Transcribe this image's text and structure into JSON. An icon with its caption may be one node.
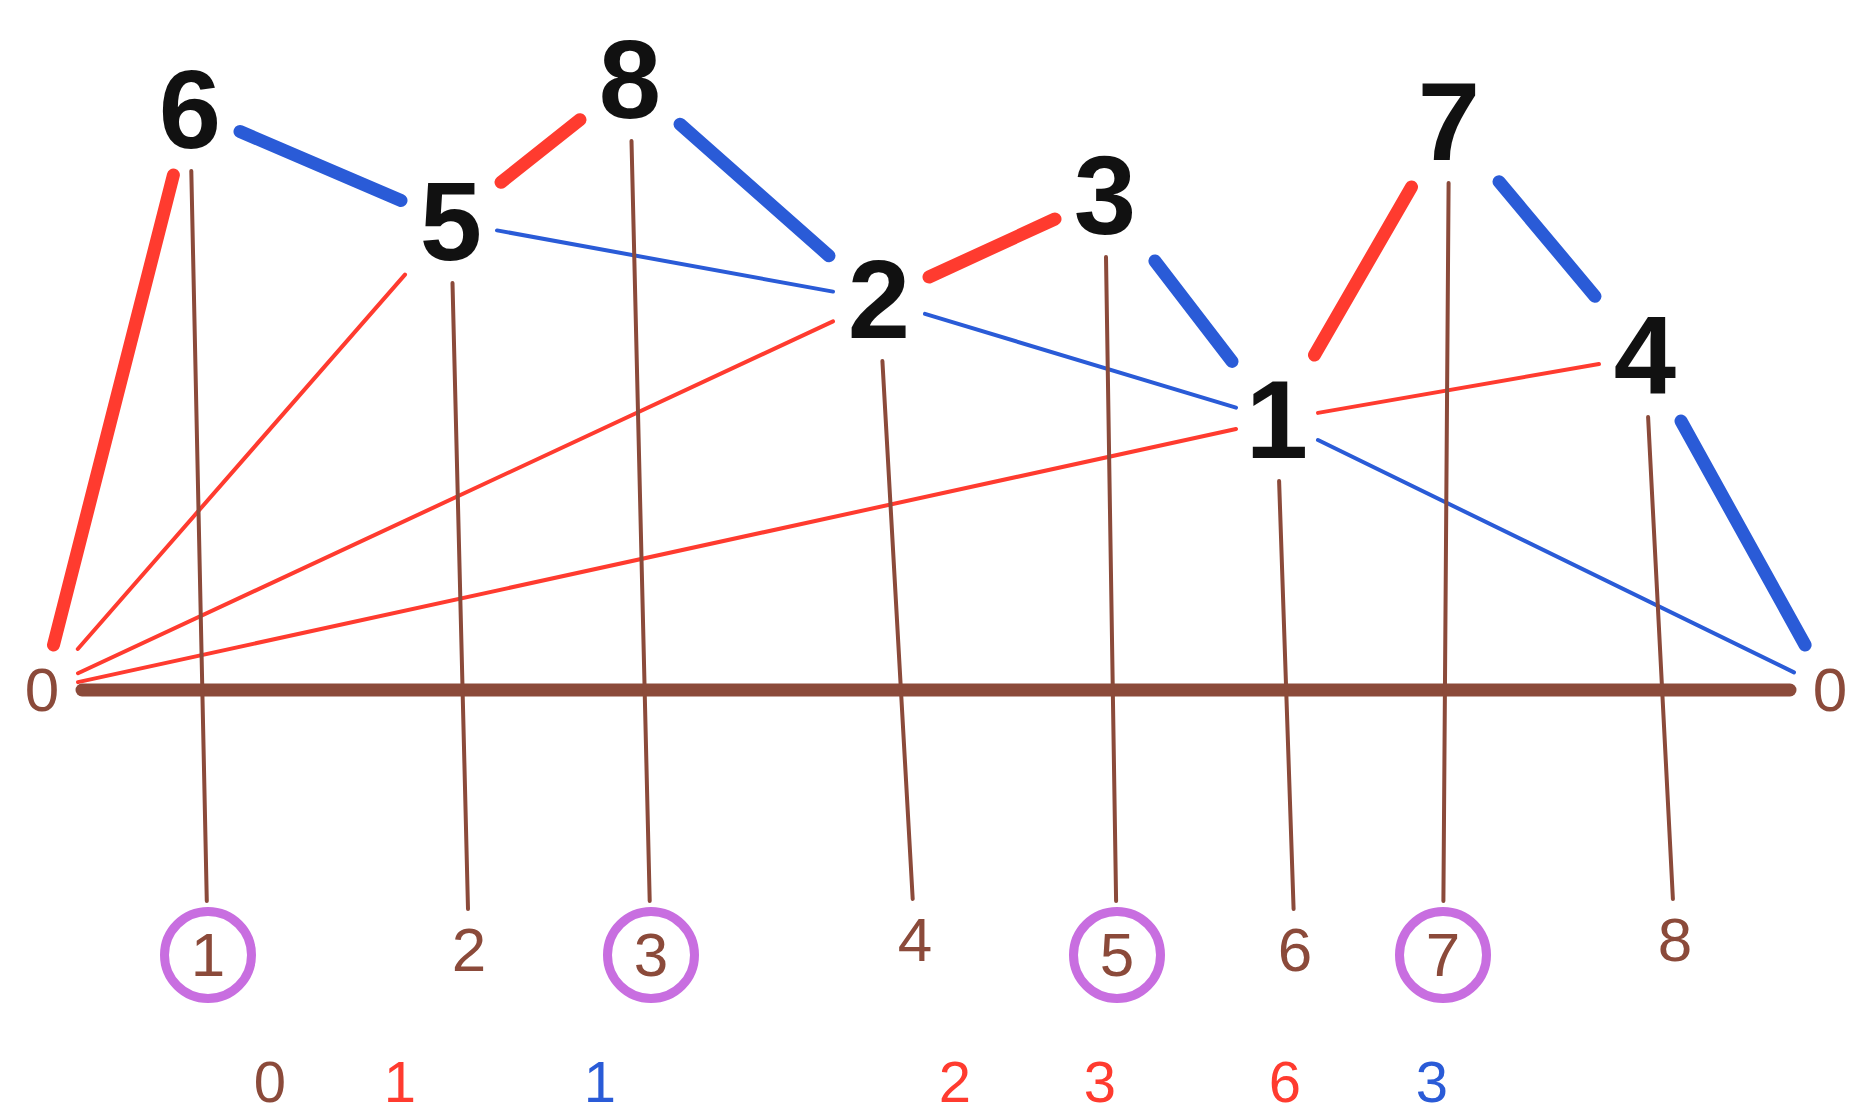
{
  "diagram": {
    "nodes": [
      {
        "text": [
          "0"
        ]
      },
      {
        "text": [
          "6"
        ]
      },
      {
        "text": [
          "5"
        ]
      },
      {
        "text": [
          "8"
        ]
      },
      {
        "text": [
          "2"
        ]
      },
      {
        "text": [
          "3"
        ]
      },
      {
        "text": [
          "1"
        ]
      },
      {
        "text": [
          "7"
        ]
      },
      {
        "text": [
          "4"
        ]
      },
      {
        "text": [
          "0"
        ]
      },
      {
        "text": [
          "1"
        ]
      },
      {
        "text": [
          "2"
        ]
      },
      {
        "text": [
          "3"
        ]
      },
      {
        "text": [
          "4"
        ]
      },
      {
        "text": [
          "5"
        ]
      },
      {
        "text": [
          "6"
        ]
      },
      {
        "text": [
          "7"
        ]
      },
      {
        "text": [
          "8"
        ]
      }
    ],
    "edges": [
      {
        "from": 0,
        "to": 1,
        "arrow": "none",
        "style": "thick",
        "color": "#ff3b2f"
      },
      {
        "from": 1,
        "to": 2,
        "arrow": "none",
        "style": "thick",
        "color": "#2a5bd7"
      },
      {
        "from": 2,
        "to": 3,
        "arrow": "none",
        "style": "thick",
        "color": "#ff3b2f"
      },
      {
        "from": 3,
        "to": 4,
        "arrow": "none",
        "style": "thick",
        "color": "#2a5bd7"
      },
      {
        "from": 4,
        "to": 5,
        "arrow": "none",
        "style": "thick",
        "color": "#ff3b2f"
      },
      {
        "from": 5,
        "to": 6,
        "arrow": "none",
        "style": "thick",
        "color": "#2a5bd7"
      },
      {
        "from": 6,
        "to": 7,
        "arrow": "none",
        "style": "thick",
        "color": "#ff3b2f"
      },
      {
        "from": 7,
        "to": 8,
        "arrow": "none",
        "style": "thick",
        "color": "#2a5bd7"
      },
      {
        "from": 8,
        "to": 9,
        "arrow": "none",
        "style": "thick",
        "color": "#2a5bd7"
      },
      {
        "from": 0,
        "to": 2,
        "arrow": "none",
        "color": "#ff3b2f"
      },
      {
        "from": 0,
        "to": 4,
        "arrow": "none",
        "color": "#ff3b2f"
      },
      {
        "from": 0,
        "to": 6,
        "arrow": "none",
        "color": "#ff3b2f"
      },
      {
        "from": 2,
        "to": 4,
        "arrow": "none",
        "color": "#2a5bd7"
      },
      {
        "from": 4,
        "to": 6,
        "arrow": "none",
        "color": "#2a5bd7"
      },
      {
        "from": 6,
        "to": 8,
        "arrow": "none",
        "color": "#ff3b2f"
      },
      {
        "from": 6,
        "to": 9,
        "arrow": "none",
        "color": "#2a5bd7"
      },
      {
        "from": 0,
        "to": 9,
        "arrow": "none",
        "style": "thick"
      },
      {
        "from": 1,
        "to": 10,
        "arrow": "none"
      },
      {
        "from": 2,
        "to": 11,
        "arrow": "none"
      },
      {
        "from": 3,
        "to": 12,
        "arrow": "none"
      },
      {
        "from": 4,
        "to": 13,
        "arrow": "none"
      },
      {
        "from": 5,
        "to": 14,
        "arrow": "none"
      },
      {
        "from": 6,
        "to": 15,
        "arrow": "none"
      },
      {
        "from": 7,
        "to": 16,
        "arrow": "none"
      },
      {
        "from": 8,
        "to": 17,
        "arrow": "none"
      }
    ],
    "labels": [
      "0",
      "1",
      "1",
      "2",
      "3",
      "6",
      "3"
    ]
  }
}
